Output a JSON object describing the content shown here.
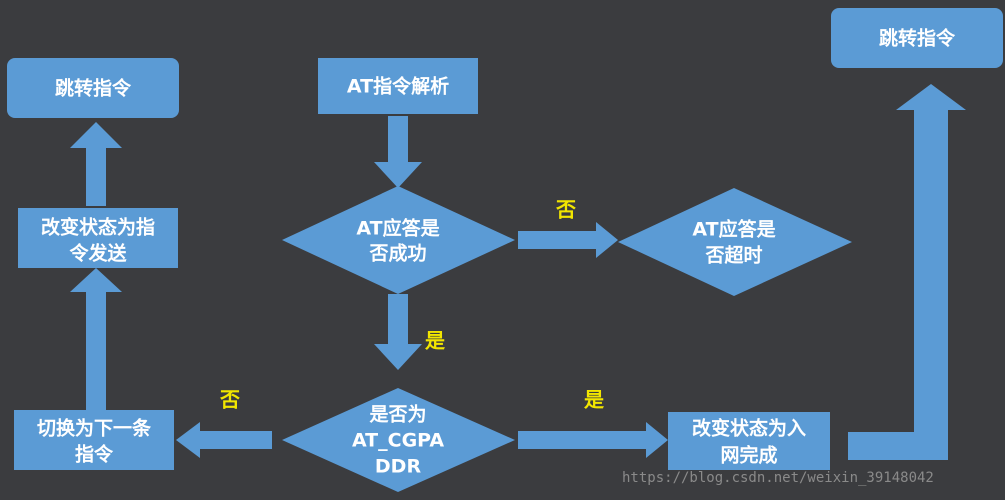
{
  "colors": {
    "background": "#3b3c3f",
    "node_fill": "#5b9bd5",
    "arrow": "#5b9bd5",
    "label": "#f2e600",
    "text": "#ffffff"
  },
  "nodes": {
    "jump_left": "跳转指令",
    "jump_right": "跳转指令",
    "at_parse": "AT指令解析",
    "at_success": [
      "AT应答是",
      "否成功"
    ],
    "at_timeout": [
      "AT应答是",
      "否超时"
    ],
    "change_send": [
      "改变状态为指",
      "令发送"
    ],
    "switch_next": [
      "切换为下一条",
      "指令"
    ],
    "is_cgpaddr": [
      "是否为",
      "AT_CGPA",
      "DDR"
    ],
    "change_done": [
      "改变状态为入",
      "网完成"
    ]
  },
  "edge_labels": {
    "success_no": "否",
    "success_yes": "是",
    "cgpaddr_no": "否",
    "cgpaddr_yes": "是"
  },
  "watermark": "https://blog.csdn.net/weixin_39148042"
}
